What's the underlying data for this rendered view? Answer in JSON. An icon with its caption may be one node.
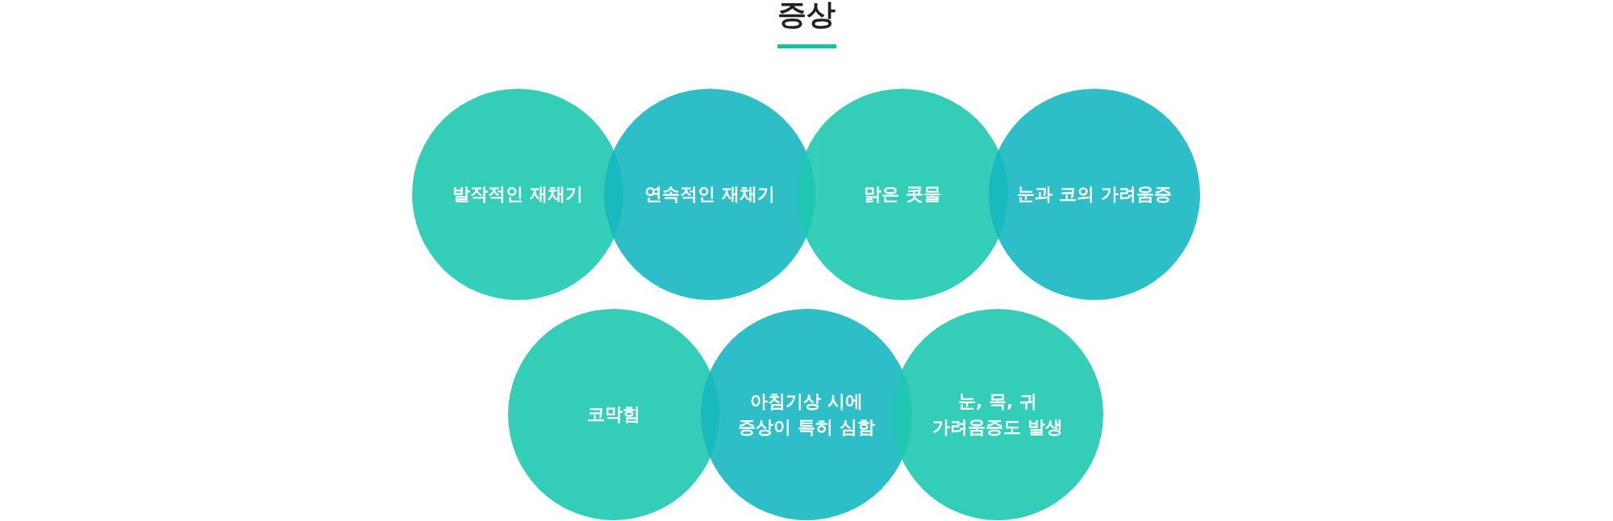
{
  "diagram": {
    "title": "증상",
    "nodes": [
      {
        "text": [
          "발작적인 재채기"
        ]
      },
      {
        "text": [
          "연속적인 재채기"
        ]
      },
      {
        "text": [
          "맑은 콧물"
        ]
      },
      {
        "text": [
          "눈과 코의 가려움증"
        ]
      },
      {
        "text": [
          "코막힘"
        ]
      },
      {
        "text": [
          "아침기상 시에 증상이 특히 심함"
        ]
      },
      {
        "text": [
          "눈, 목, 귀 가려움증도 발생"
        ]
      }
    ]
  }
}
